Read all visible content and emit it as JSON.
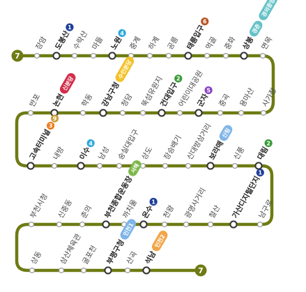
{
  "line": {
    "number": "7",
    "color": "#6e7b12"
  },
  "line_colors": {
    "1": "#1e3e99",
    "2": "#3a9c3a",
    "3": "#ef7c1c",
    "4": "#2ea8dc",
    "5": "#8a46c4",
    "6": "#b6531e",
    "9": "#c8a13a"
  },
  "badge_colors": {
    "bundang": "#f3c228",
    "gyeongui": "#64c2c8",
    "sinbundang": "#d22e4b",
    "seohae": "#7cb84a",
    "incheon1": "#7fb5e8",
    "incheon2": "#f2a64a"
  },
  "stations": [
    {
      "name": "장암"
    },
    {
      "name": "도봉산",
      "lines": [
        "1"
      ]
    },
    {
      "name": "수락산"
    },
    {
      "name": "마들"
    },
    {
      "name": "노원",
      "lines": [
        "4"
      ]
    },
    {
      "name": "중계"
    },
    {
      "name": "하계"
    },
    {
      "name": "공릉"
    },
    {
      "name": "태릉입구",
      "lines": [
        "6"
      ]
    },
    {
      "name": "먹골"
    },
    {
      "name": "중화"
    },
    {
      "name": "상봉",
      "badges": [
        {
          "text": "경춘",
          "color": "gyeongui"
        },
        {
          "text": "경의중앙",
          "color": "gyeongui"
        }
      ]
    },
    {
      "name": "면목"
    },
    {
      "name": "사가정"
    },
    {
      "name": "용마산"
    },
    {
      "name": "중곡"
    },
    {
      "name": "군자",
      "lines": [
        "5"
      ]
    },
    {
      "name": "어린이대공원"
    },
    {
      "name": "건대입구",
      "lines": [
        "2"
      ]
    },
    {
      "name": "뚝섬유원지"
    },
    {
      "name": "청담"
    },
    {
      "name": "강남구청",
      "badges": [
        {
          "text": "수인분당",
          "color": "bundang"
        }
      ]
    },
    {
      "name": "학동"
    },
    {
      "name": "논현",
      "badges": [
        {
          "text": "신분당",
          "color": "sinbundang"
        }
      ]
    },
    {
      "name": "반포"
    },
    {
      "name": "고속터미널",
      "lines": [
        "3",
        "9"
      ]
    },
    {
      "name": "내방"
    },
    {
      "name": "이수",
      "lines": [
        "4"
      ]
    },
    {
      "name": "남성"
    },
    {
      "name": "숭실대입구"
    },
    {
      "name": "상도"
    },
    {
      "name": "장승배기"
    },
    {
      "name": "신대방삼거리"
    },
    {
      "name": "보라매",
      "badges": [
        {
          "text": "신림",
          "color": "incheon1"
        }
      ]
    },
    {
      "name": "신풍"
    },
    {
      "name": "대림",
      "lines": [
        "2"
      ]
    },
    {
      "name": "남구로"
    },
    {
      "name": "가산디지털단지",
      "lines": [
        "1"
      ]
    },
    {
      "name": "철산"
    },
    {
      "name": "광명사거리"
    },
    {
      "name": "천왕"
    },
    {
      "name": "온수",
      "lines": [
        "1"
      ]
    },
    {
      "name": "까치울"
    },
    {
      "name": "부천종합운동장",
      "badges": [
        {
          "text": "서해",
          "color": "seohae"
        }
      ]
    },
    {
      "name": "춘의"
    },
    {
      "name": "신중동"
    },
    {
      "name": "부천시청"
    },
    {
      "name": "상동"
    },
    {
      "name": "삼산체육관"
    },
    {
      "name": "굴포천"
    },
    {
      "name": "부평구청",
      "badges": [
        {
          "text": "인천1",
          "color": "incheon1"
        }
      ]
    },
    {
      "name": "산곡"
    },
    {
      "name": "석남",
      "badges": [
        {
          "text": "인천2",
          "color": "incheon2"
        }
      ]
    }
  ]
}
